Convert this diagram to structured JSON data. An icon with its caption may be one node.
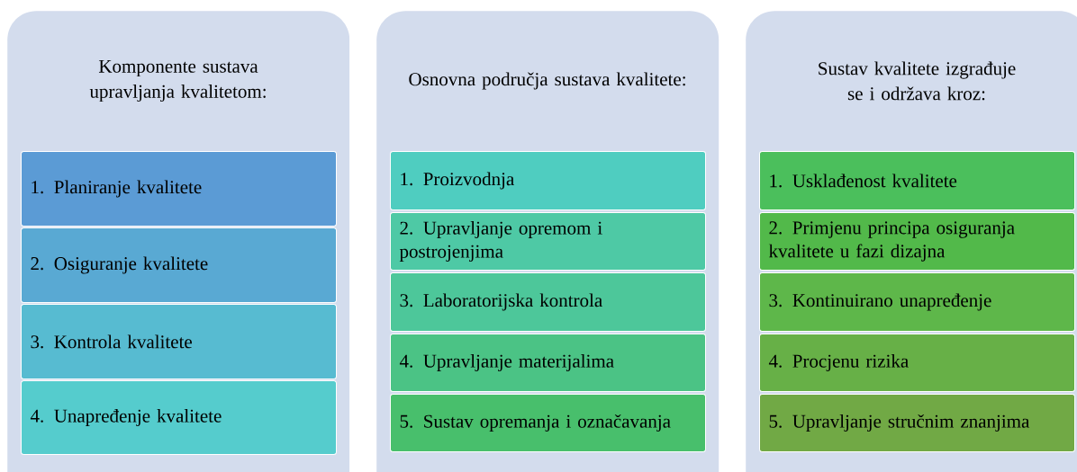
{
  "diagram": {
    "nodes": [
      {
        "text": [
          "Komponente sustava upravljanja kvalitetom:"
        ]
      },
      {
        "text": [
          "1. Planiranje kvalitete"
        ],
        "in": 0
      },
      {
        "text": [
          "2. Osiguranje kvalitete"
        ],
        "in": 0
      },
      {
        "text": [
          "3. Kontrola kvalitete"
        ],
        "in": 0
      },
      {
        "text": [
          "4. Unapređenje kvalitete"
        ],
        "in": 0
      },
      {
        "text": [
          "Osnovna područja sustava kvalitete:"
        ]
      },
      {
        "text": [
          "1. Proizvodnja"
        ],
        "in": 5
      },
      {
        "text": [
          "2. Upravljanje opremom i postrojenjima"
        ],
        "in": 5
      },
      {
        "text": [
          "3. Laboratorijska kontrola"
        ],
        "in": 5
      },
      {
        "text": [
          "4. Upravljanje materijalima"
        ],
        "in": 5
      },
      {
        "text": [
          "5. Sustav opremanja i označavanja"
        ],
        "in": 5
      },
      {
        "text": [
          "Sustav kvalitete izgrađuje se i održava kroz:"
        ]
      },
      {
        "text": [
          "1. Usklađenost kvalitete"
        ],
        "in": 11
      },
      {
        "text": [
          "2. Primjenu principa osiguranja kvalitete u fazi dizajna"
        ],
        "in": 11
      },
      {
        "text": [
          "3. Kontinuirano unapređenje"
        ],
        "in": 11
      },
      {
        "text": [
          "4. Procjenu rizika"
        ],
        "in": 11
      },
      {
        "text": [
          "5. Upravljanje stručnim znanjima"
        ],
        "in": 11
      }
    ],
    "edges": []
  }
}
